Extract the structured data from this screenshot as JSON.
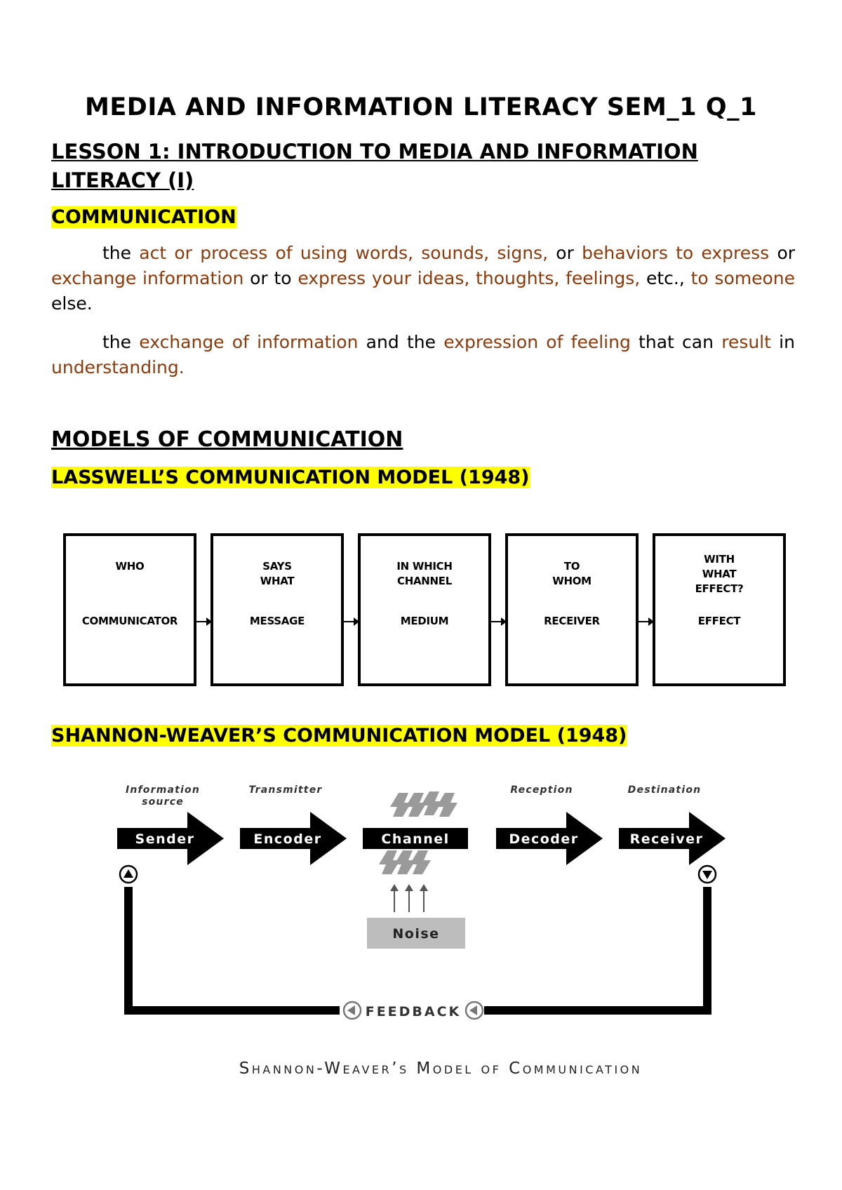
{
  "title": "MEDIA AND INFORMATION LITERACY SEM_1 Q_1",
  "lesson": "LESSON 1: INTRODUCTION TO MEDIA AND INFORMATION LITERACY (I)",
  "communication_heading": "COMMUNICATION",
  "definition_1": [
    {
      "t": "the ",
      "hl": false
    },
    {
      "t": "act or process of using words, sounds, signs,",
      "hl": true
    },
    {
      "t": " or ",
      "hl": false
    },
    {
      "t": "behaviors to express",
      "hl": true
    },
    {
      "t": " or ",
      "hl": false
    },
    {
      "t": "exchange information",
      "hl": true
    },
    {
      "t": " or to ",
      "hl": false
    },
    {
      "t": "express your ideas, thoughts, feelings,",
      "hl": true
    },
    {
      "t": " etc., ",
      "hl": false
    },
    {
      "t": "to someone",
      "hl": true
    },
    {
      "t": " else.",
      "hl": false
    }
  ],
  "definition_2": [
    {
      "t": "the ",
      "hl": false
    },
    {
      "t": "exchange of information",
      "hl": true
    },
    {
      "t": " and the ",
      "hl": false
    },
    {
      "t": "expression of feeling",
      "hl": true
    },
    {
      "t": " that can ",
      "hl": false
    },
    {
      "t": "result",
      "hl": true
    },
    {
      "t": " in ",
      "hl": false
    },
    {
      "t": "understanding.",
      "hl": true
    }
  ],
  "models_heading": "MODELS OF COMMUNICATION",
  "lasswell": {
    "heading": "LASSWELL’S COMMUNICATION MODEL (1948)",
    "boxes": [
      {
        "question": [
          "WHO"
        ],
        "answer": "COMMUNICATOR"
      },
      {
        "question": [
          "SAYS",
          "WHAT"
        ],
        "answer": "MESSAGE"
      },
      {
        "question": [
          "IN WHICH",
          "CHANNEL"
        ],
        "answer": "MEDIUM"
      },
      {
        "question": [
          "TO",
          "WHOM"
        ],
        "answer": "RECEIVER"
      },
      {
        "question": [
          "WITH",
          "WHAT",
          "EFFECT?"
        ],
        "answer": "EFFECT"
      }
    ]
  },
  "shannon": {
    "heading": "SHANNON-WEAVER’S COMMUNICATION MODEL (1948)",
    "stages": [
      {
        "label": "Sender",
        "caption": [
          "Information",
          "source"
        ]
      },
      {
        "label": "Encoder",
        "caption": [
          "Transmitter"
        ]
      },
      {
        "label": "Channel",
        "caption": []
      },
      {
        "label": "Decoder",
        "caption": [
          "Reception"
        ]
      },
      {
        "label": "Receiver",
        "caption": [
          "Destination"
        ]
      }
    ],
    "noise": "Noise",
    "feedback": "FEEDBACK",
    "caption": "Shannon-Weaver’s Model of Communication",
    "colors": {
      "arrow": "#000000",
      "noise_box": "#bdbdbd",
      "bolt": "#9a9a9a"
    }
  }
}
